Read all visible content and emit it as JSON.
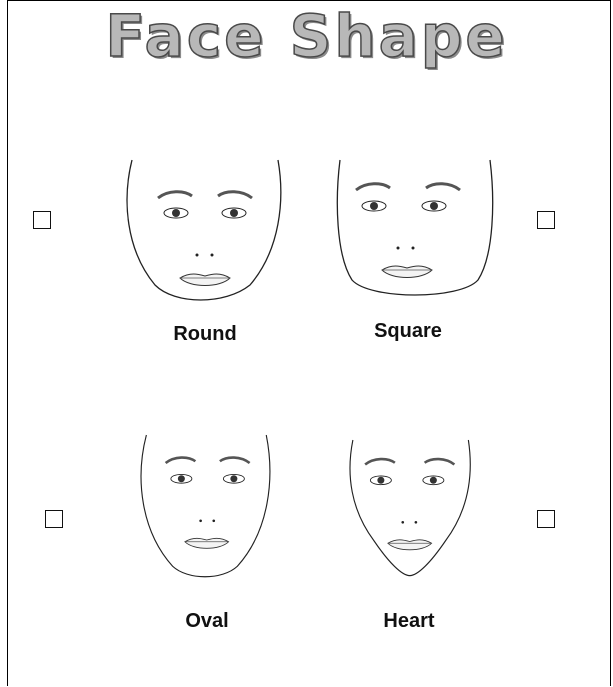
{
  "title": "Face Shape",
  "faces": [
    {
      "label": "Round"
    },
    {
      "label": "Square"
    },
    {
      "label": "Oval"
    },
    {
      "label": "Heart"
    }
  ]
}
